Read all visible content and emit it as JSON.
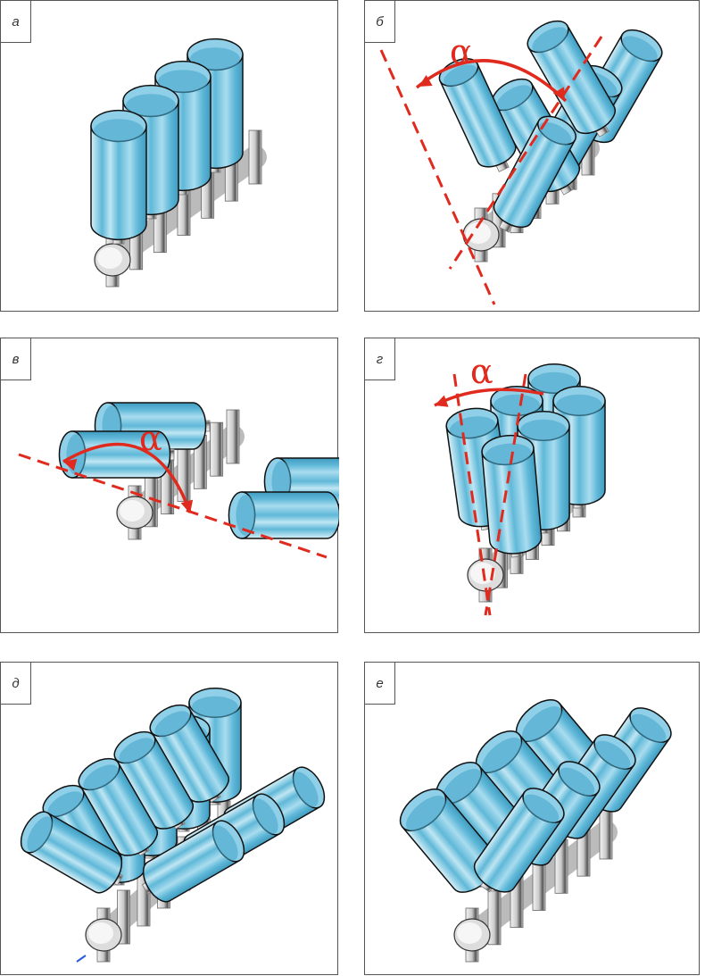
{
  "figure": {
    "panels": [
      {
        "label": "а",
        "layout": "inline"
      },
      {
        "label": "б",
        "layout": "V",
        "angle_symbol": "α"
      },
      {
        "label": "в",
        "layout": "opposed",
        "angle_symbol": "α"
      },
      {
        "label": "г",
        "layout": "VR",
        "angle_symbol": "α"
      },
      {
        "label": "д",
        "layout": "W"
      },
      {
        "label": "е",
        "layout": "V"
      }
    ],
    "colors": {
      "cylinder": "#5fb8d8",
      "cylinder_light": "#d8f0f8",
      "axis_lines": "#e02a1e",
      "crank": "#c8c8c8"
    }
  }
}
